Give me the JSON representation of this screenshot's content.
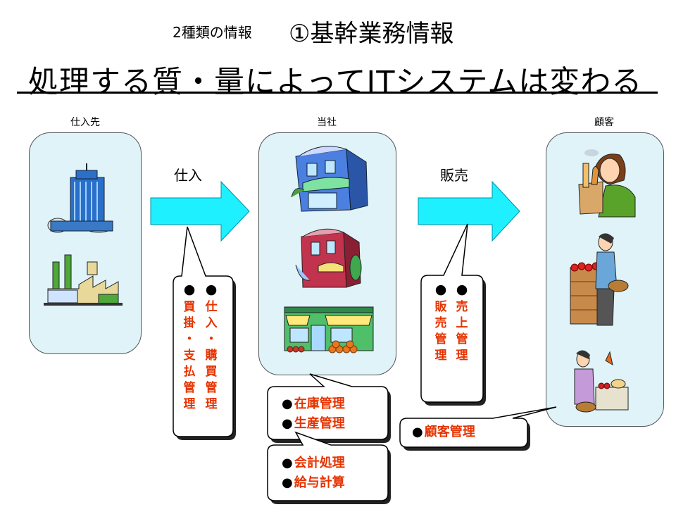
{
  "header": {
    "subtitle": "2種類の情報",
    "heading": "①基幹業務情報",
    "main_title": "処理する質・量によってITシステムは変わる"
  },
  "columns": {
    "supplier": "仕入先",
    "company": "当社",
    "customer": "顧客"
  },
  "flows": {
    "purchase": "仕入",
    "sales": "販売"
  },
  "callouts": {
    "purchase": {
      "col1": [
        "仕",
        "入",
        "・",
        "購",
        "買",
        "管",
        "理"
      ],
      "col2": [
        "買",
        "掛",
        "・",
        "支",
        "払",
        "管",
        "理"
      ]
    },
    "sales": {
      "col1": [
        "売",
        "上",
        "管",
        "理"
      ],
      "col2": [
        "販",
        "売",
        "管",
        "理"
      ]
    },
    "inventory": [
      "在庫管理",
      "生産管理"
    ],
    "accounting": [
      "会計処理",
      "給与計算"
    ],
    "customer": [
      "顧客管理"
    ]
  },
  "bullet": "●",
  "colors": {
    "panel_fill": "#dff3f8",
    "arrow_fill": "#1ff0ff",
    "callout_text": "#e63300"
  }
}
